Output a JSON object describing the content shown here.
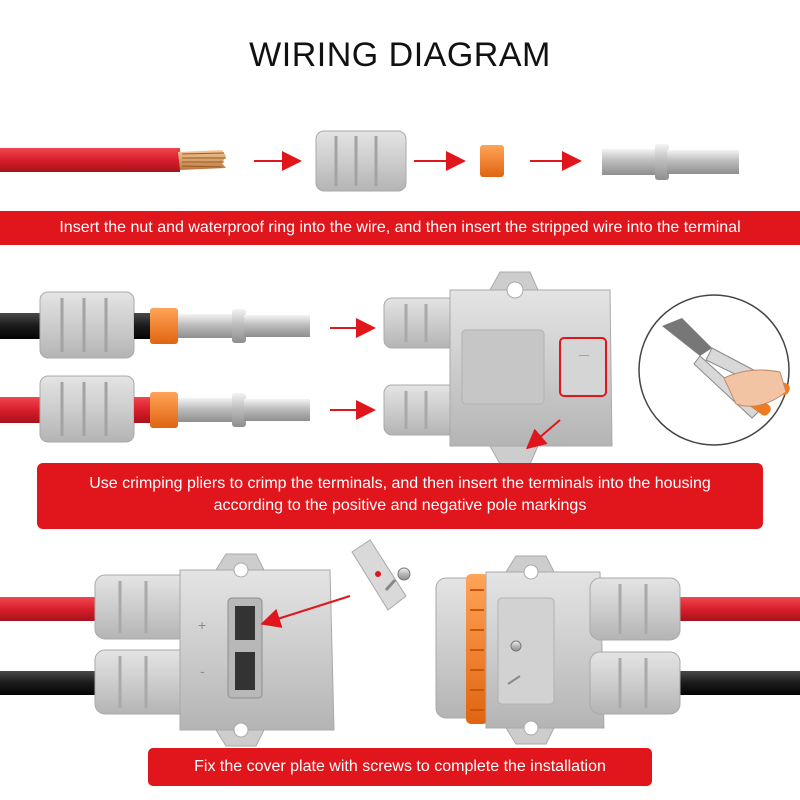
{
  "header": {
    "title": "WIRING DIAGRAM"
  },
  "steps": [
    {
      "caption": "Insert the nut and waterproof ring into the wire, and then insert the stripped wire into the terminal"
    },
    {
      "caption_line1": "Use crimping pliers to crimp the terminals, and then insert the terminals into the housing",
      "caption_line2": "according to the positive and negative pole markings"
    },
    {
      "caption": "Fix the cover plate with screws to complete the installation"
    }
  ],
  "colors": {
    "banner": "#e0161c",
    "red_wire": "#d81f2b",
    "black_wire": "#1a1a1a",
    "housing": "#cfcfcf",
    "seal_ring": "#f07a22",
    "arrow": "#e0161c"
  },
  "icons": [
    "arrow-right-icon",
    "crimping-plier-icon",
    "screw-icon",
    "plus-mark-icon",
    "minus-mark-icon"
  ]
}
